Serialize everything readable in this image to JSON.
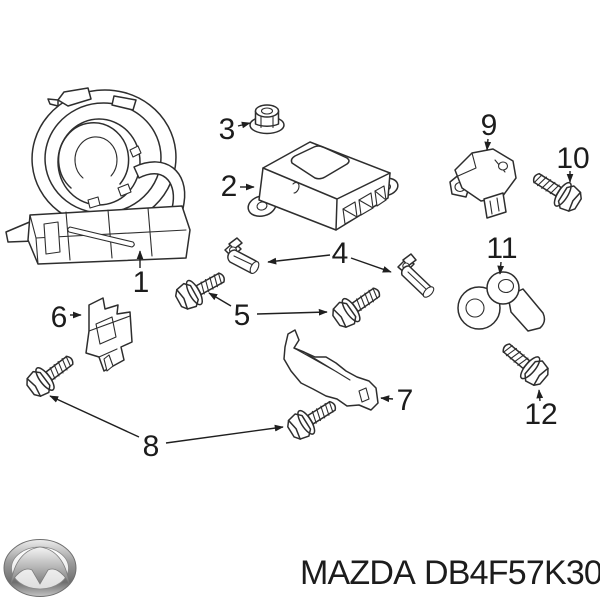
{
  "colors": {
    "background": "#ffffff",
    "line_art": "#2e2e2e",
    "label_text": "#1c1c1c",
    "logo_silver": "#a8a8a8"
  },
  "diagram": {
    "callouts": [
      {
        "label": "1"
      },
      {
        "label": "2"
      },
      {
        "label": "3"
      },
      {
        "label": "4"
      },
      {
        "label": "5"
      },
      {
        "label": "6"
      },
      {
        "label": "7"
      },
      {
        "label": "8"
      },
      {
        "label": "9"
      },
      {
        "label": "10"
      },
      {
        "label": "11"
      },
      {
        "label": "12"
      }
    ]
  },
  "footer": {
    "logo": "mazda-logo",
    "brand": "MAZDA",
    "part_number": "DB4F57K30"
  }
}
